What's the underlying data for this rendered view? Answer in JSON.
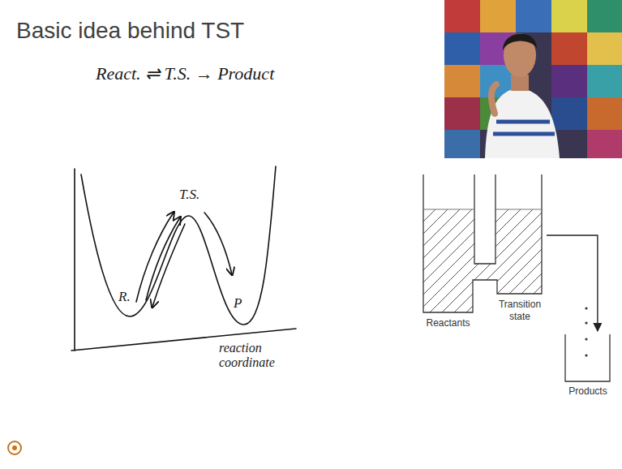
{
  "diagram": {
    "title": "Basic idea behind TST",
    "nodes": [
      {
        "text": [
          "Reactants"
        ]
      },
      {
        "text": [
          "Transition state"
        ]
      },
      {
        "text": [
          "Products"
        ]
      }
    ],
    "edges": [
      {
        "from": 1,
        "to": 2,
        "arrow": "to"
      }
    ],
    "labels": [
      "React. ⇌ T.S. → Product",
      "T.S.",
      "R.",
      "P",
      "reaction coordinate"
    ]
  }
}
